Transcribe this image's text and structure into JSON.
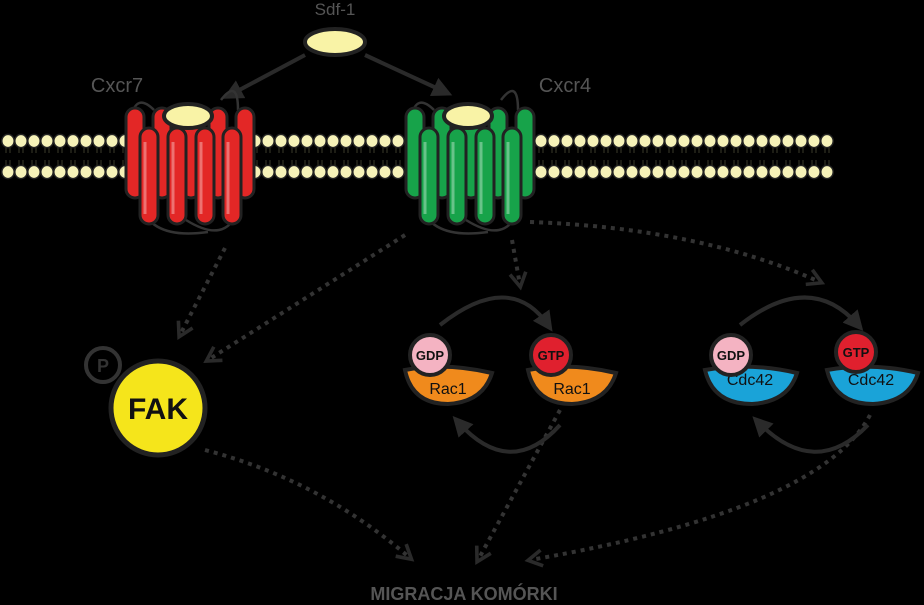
{
  "labels": {
    "ligand": "Sdf-1",
    "receptor_left": "Cxcr7",
    "receptor_right": "Cxcr4",
    "phospho": "P",
    "fak": "FAK",
    "gdp": "GDP",
    "gtp": "GTP",
    "rac1": "Rac1",
    "cdc42": "Cdc42",
    "output": "MIGRACJA KOMÓRKI"
  },
  "colors": {
    "background": "#000000",
    "membrane_bead": "#f6f2b8",
    "cxcr7": "#e32726",
    "cxcr4": "#17a34a",
    "ligand": "#f9f3a6",
    "fak": "#f5e51b",
    "gdp": "#f4b3c2",
    "gtp": "#e0202e",
    "rac1": "#f08a1c",
    "cdc42": "#1aa3d8",
    "label_text": "#555555"
  }
}
